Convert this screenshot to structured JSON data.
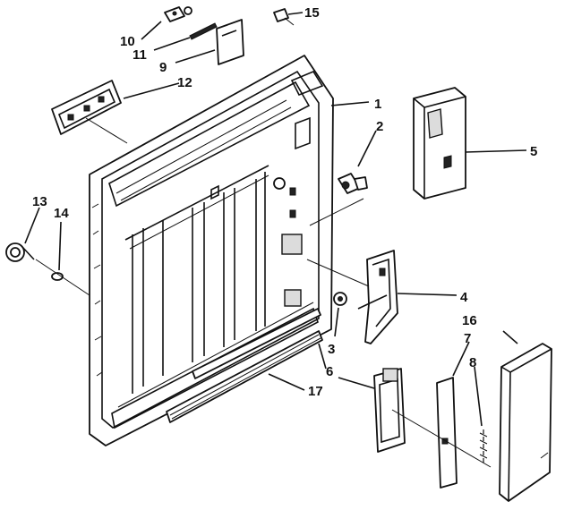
{
  "callouts": {
    "c1": "1",
    "c2": "2",
    "c3": "3",
    "c4": "4",
    "c5": "5",
    "c6": "6",
    "c7": "7",
    "c8": "8",
    "c9": "9",
    "c10": "10",
    "c11": "11",
    "c12": "12",
    "c13": "13",
    "c14": "14",
    "c15": "15",
    "c16": "16",
    "c17": "17"
  },
  "footer_text": "",
  "colors": {
    "ink": "#111111",
    "paper": "#ffffff",
    "shade": "#dcdcdc"
  }
}
